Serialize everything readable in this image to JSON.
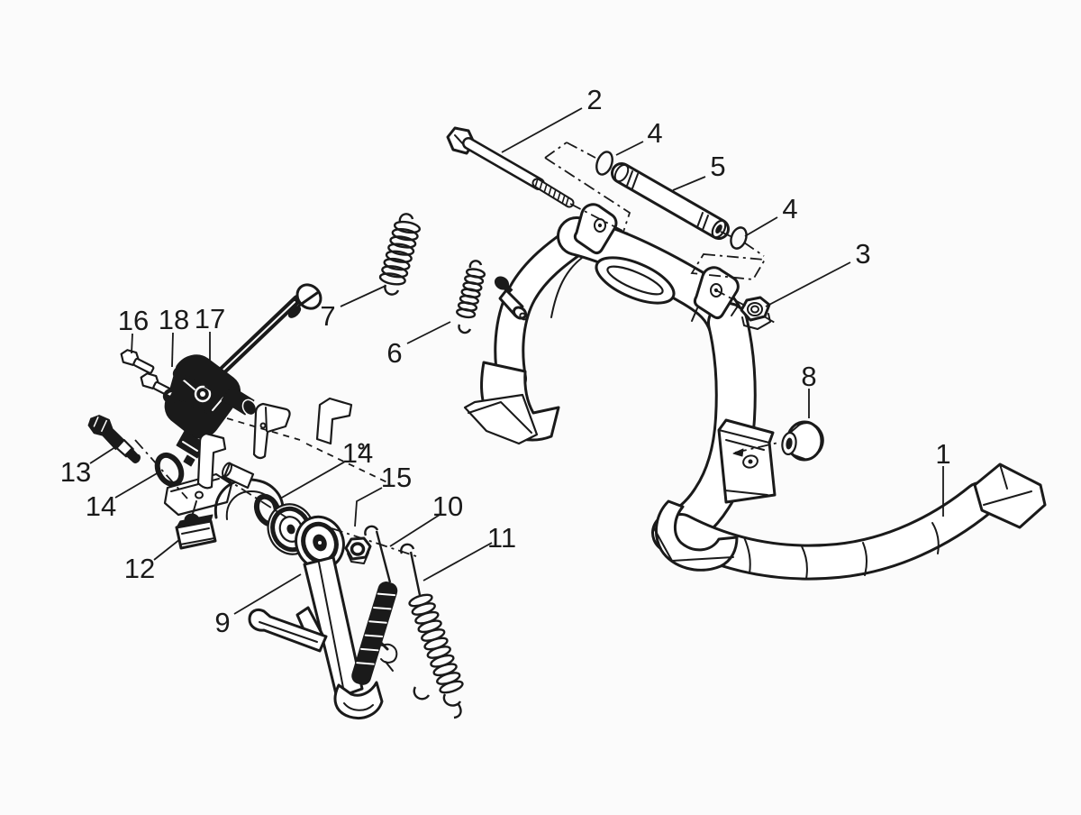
{
  "colors": {
    "ink": "#1a1a1a",
    "background": "#fbfbfb"
  },
  "callouts": [
    {
      "text": "2"
    },
    {
      "text": "4"
    },
    {
      "text": "5"
    },
    {
      "text": "4"
    },
    {
      "text": "3"
    },
    {
      "text": "7"
    },
    {
      "text": "16"
    },
    {
      "text": "18"
    },
    {
      "text": "17"
    },
    {
      "text": "6"
    },
    {
      "text": "8"
    },
    {
      "text": "1"
    },
    {
      "text": "13"
    },
    {
      "text": "14"
    },
    {
      "text": "12"
    },
    {
      "text": "14"
    },
    {
      "text": "15"
    },
    {
      "text": "10"
    },
    {
      "text": "11"
    },
    {
      "text": "9"
    }
  ]
}
